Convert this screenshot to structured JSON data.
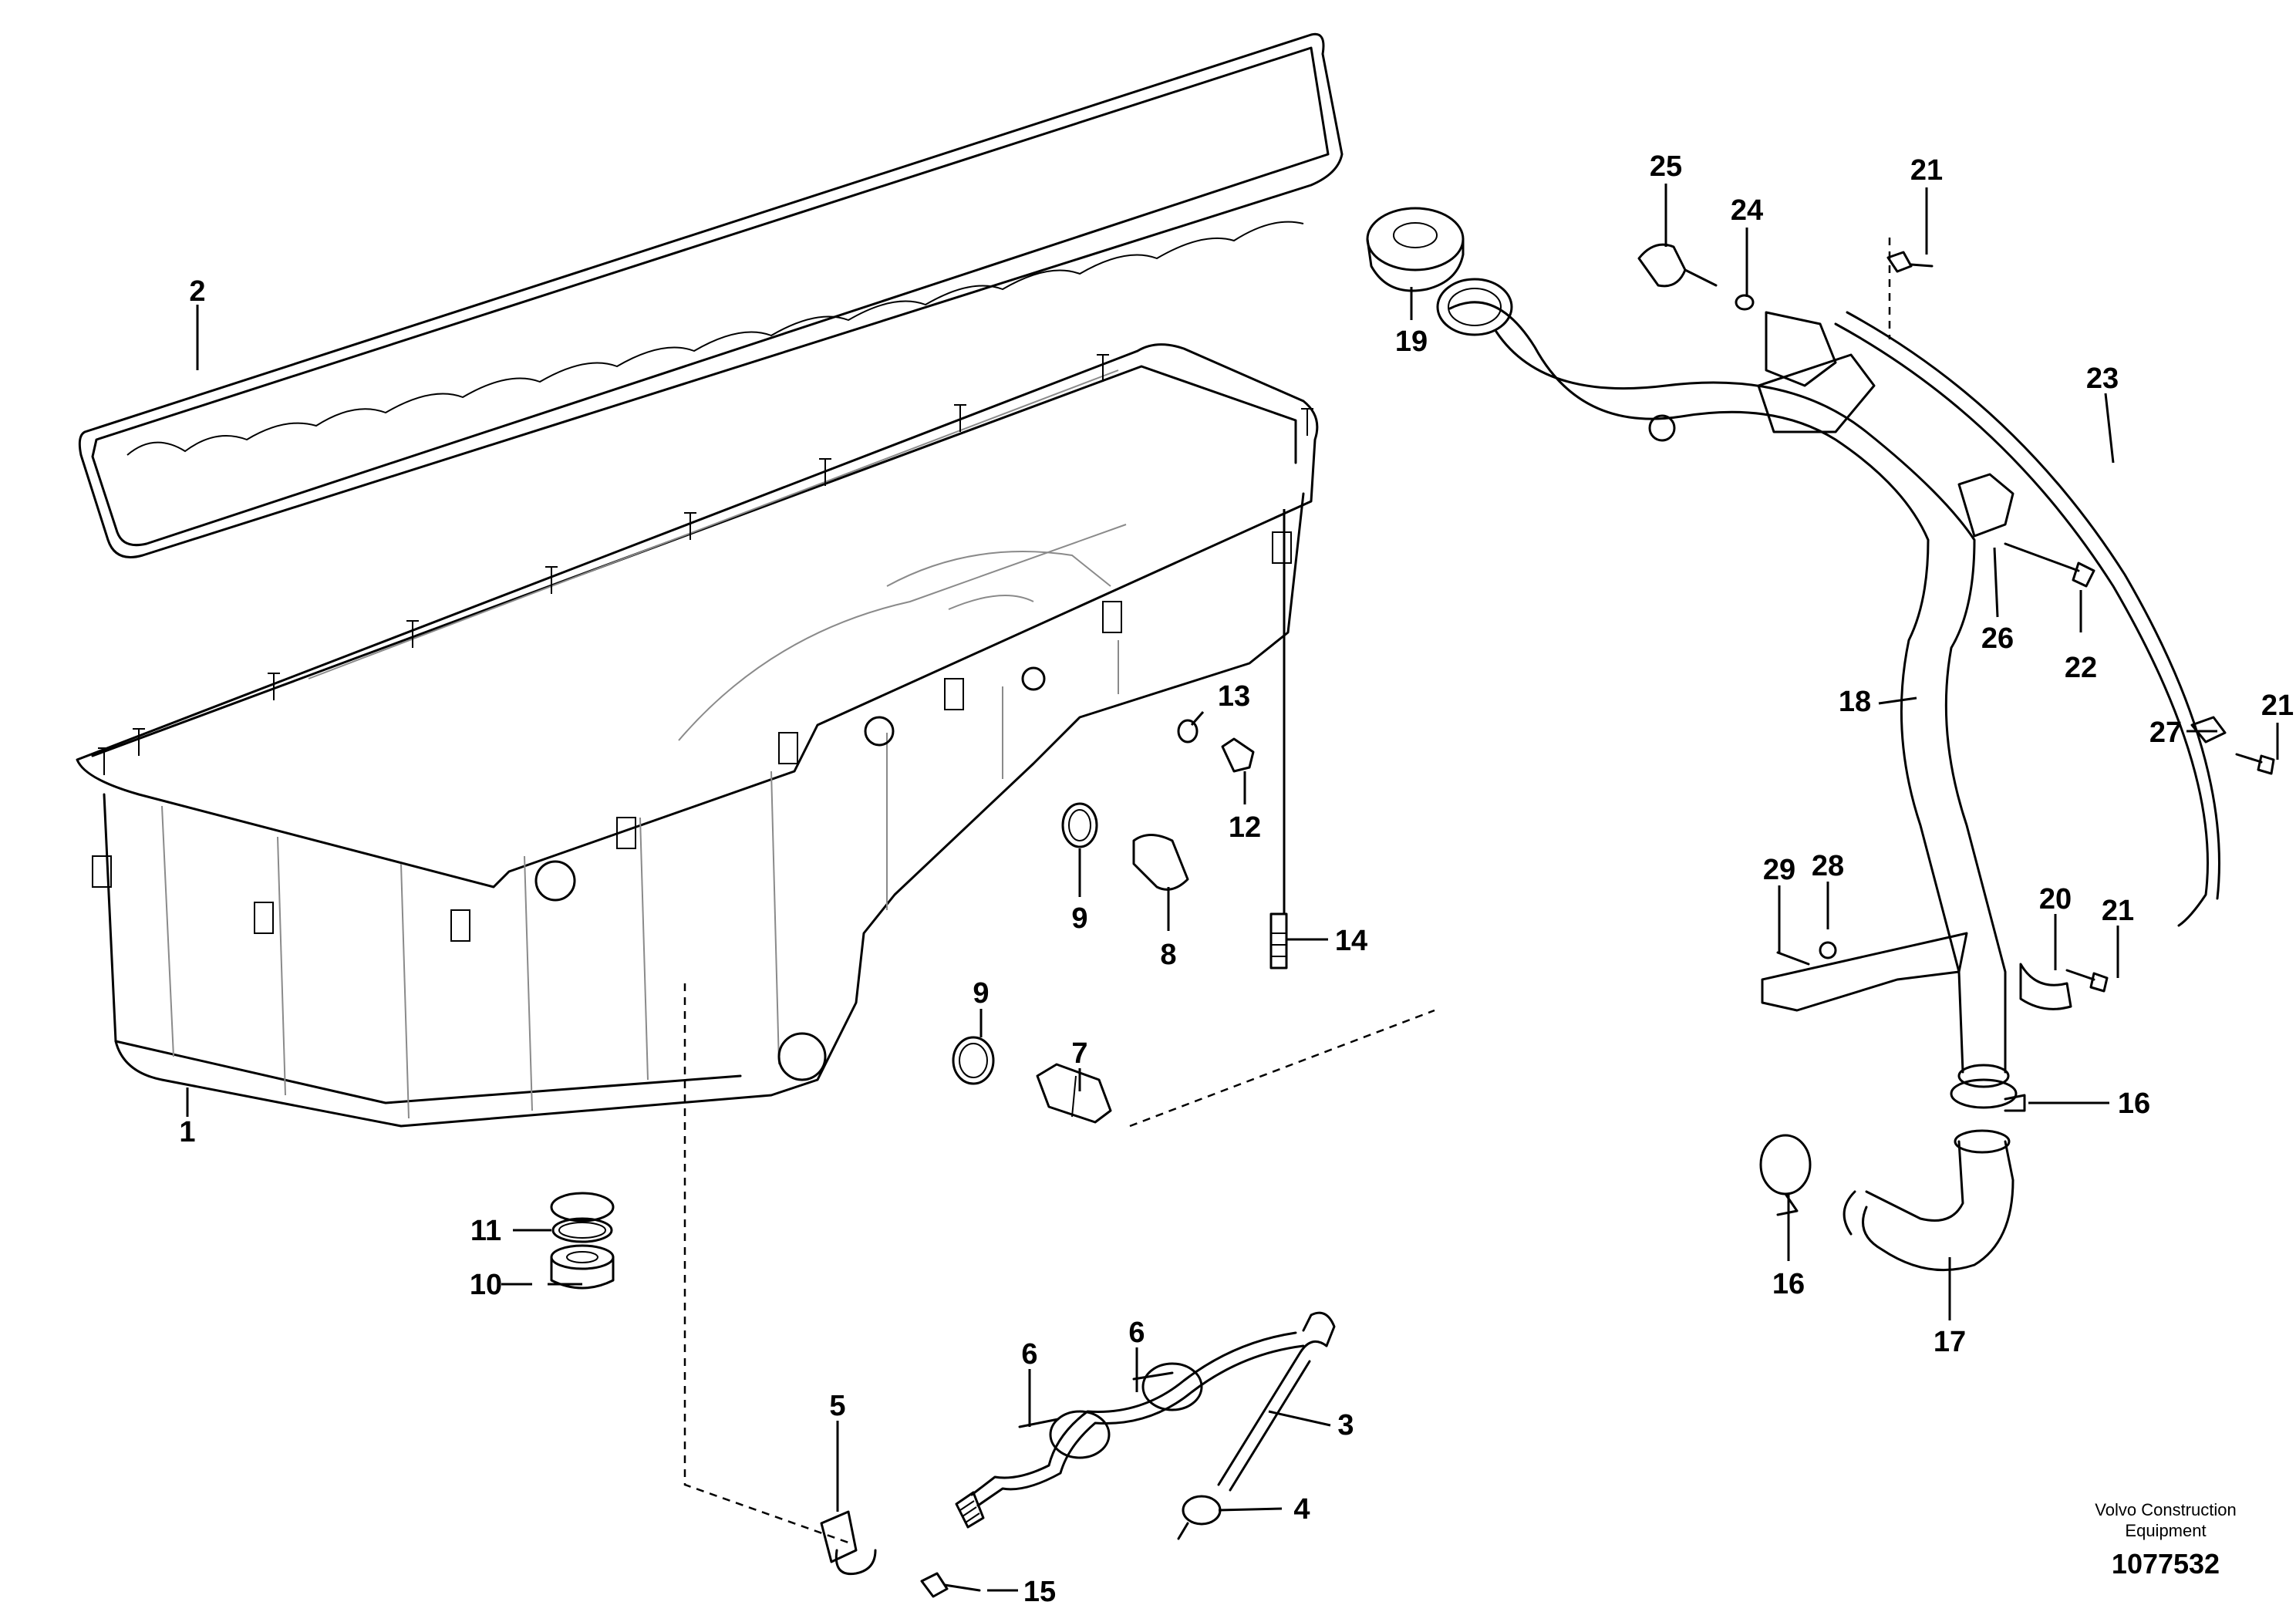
{
  "diagram": {
    "callouts": [
      {
        "id": "c1",
        "label": "1"
      },
      {
        "id": "c2",
        "label": "2"
      },
      {
        "id": "c3",
        "label": "3"
      },
      {
        "id": "c4",
        "label": "4"
      },
      {
        "id": "c5",
        "label": "5"
      },
      {
        "id": "c6a",
        "label": "6"
      },
      {
        "id": "c6b",
        "label": "6"
      },
      {
        "id": "c7",
        "label": "7"
      },
      {
        "id": "c8",
        "label": "8"
      },
      {
        "id": "c9a",
        "label": "9"
      },
      {
        "id": "c9b",
        "label": "9"
      },
      {
        "id": "c10",
        "label": "10"
      },
      {
        "id": "c11",
        "label": "11"
      },
      {
        "id": "c12",
        "label": "12"
      },
      {
        "id": "c13",
        "label": "13"
      },
      {
        "id": "c14",
        "label": "14"
      },
      {
        "id": "c15",
        "label": "15"
      },
      {
        "id": "c16a",
        "label": "16"
      },
      {
        "id": "c16b",
        "label": "16"
      },
      {
        "id": "c17",
        "label": "17"
      },
      {
        "id": "c18",
        "label": "18"
      },
      {
        "id": "c19",
        "label": "19"
      },
      {
        "id": "c20",
        "label": "20"
      },
      {
        "id": "c21a",
        "label": "21"
      },
      {
        "id": "c21b",
        "label": "21"
      },
      {
        "id": "c21c",
        "label": "21"
      },
      {
        "id": "c22",
        "label": "22"
      },
      {
        "id": "c23",
        "label": "23"
      },
      {
        "id": "c24",
        "label": "24"
      },
      {
        "id": "c25",
        "label": "25"
      },
      {
        "id": "c26",
        "label": "26"
      },
      {
        "id": "c27",
        "label": "27"
      },
      {
        "id": "c28",
        "label": "28"
      },
      {
        "id": "c29",
        "label": "29"
      }
    ],
    "credit_line1": "Volvo Construction",
    "credit_line2": "Equipment",
    "document_number": "1077532"
  }
}
